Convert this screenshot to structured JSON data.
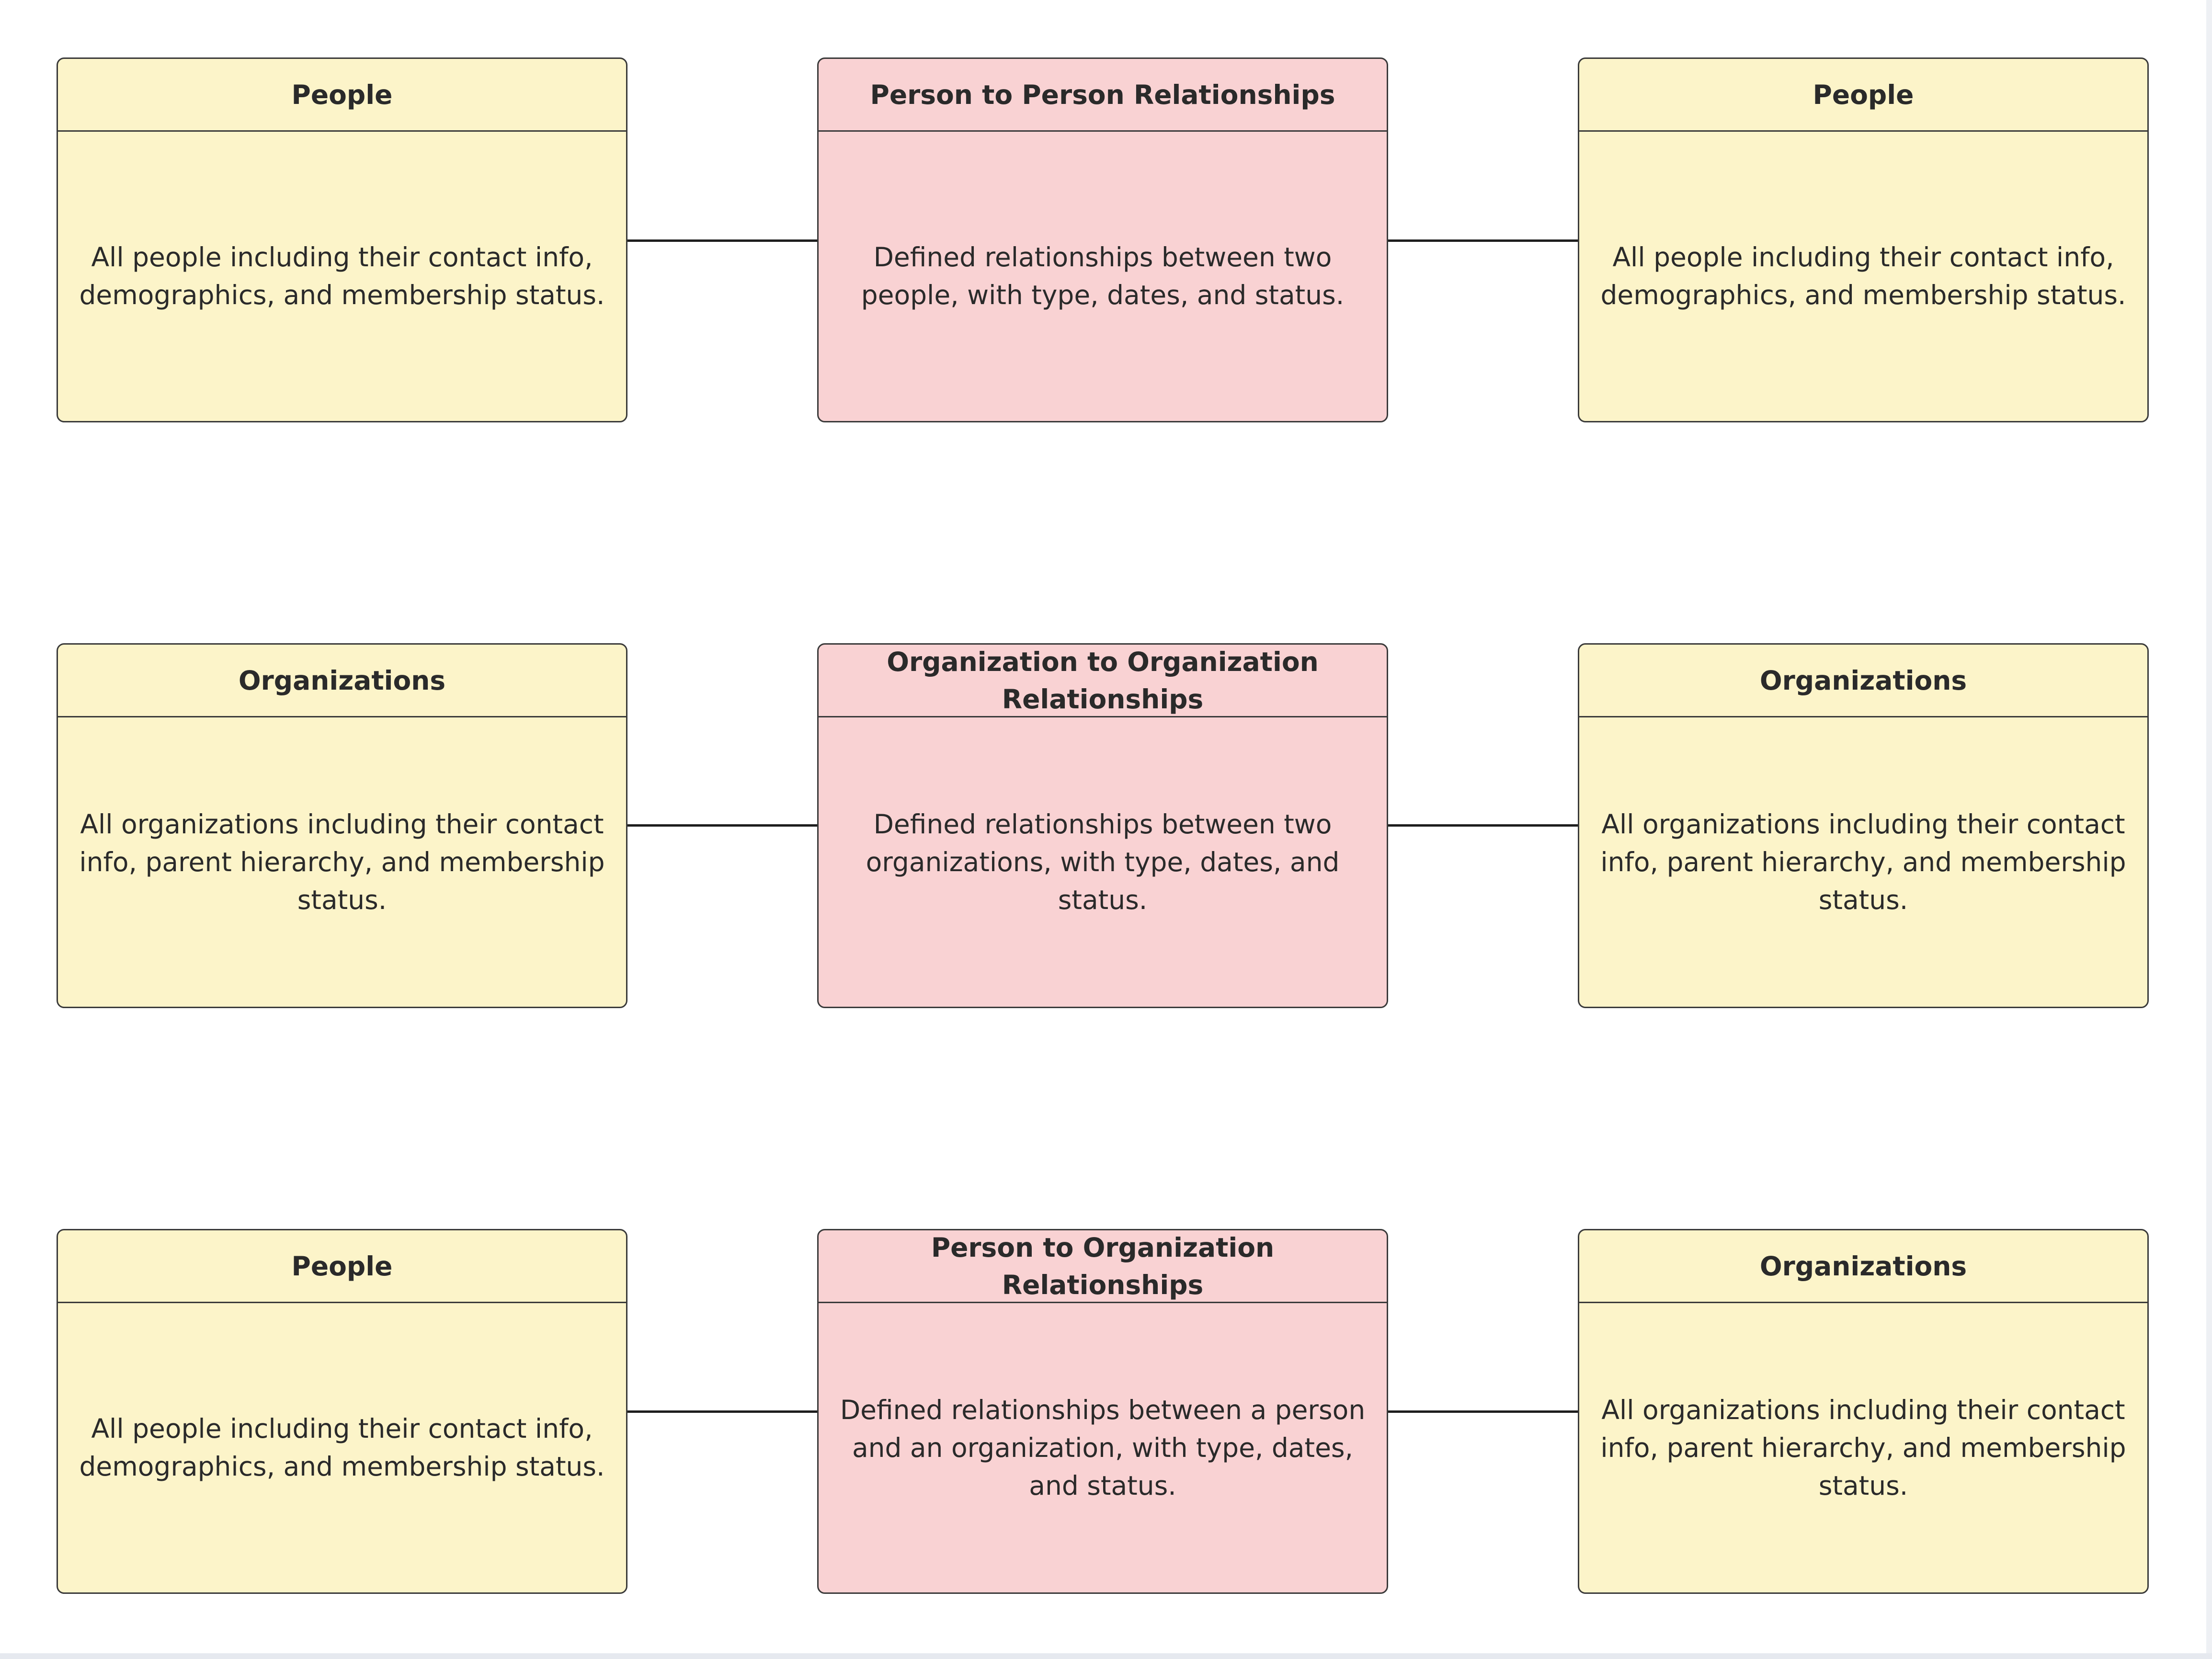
{
  "diagram": {
    "rows": [
      {
        "left": {
          "title": "People",
          "description": "All people including their contact info, demographics, and membership status."
        },
        "middle": {
          "title": "Person to Person Relationships",
          "description": "Defined relationships between two people, with type, dates, and status."
        },
        "right": {
          "title": "People",
          "description": "All people including their contact info, demographics, and membership status."
        }
      },
      {
        "left": {
          "title": "Organizations",
          "description": "All organizations including their contact info, parent hierarchy, and membership status."
        },
        "middle": {
          "title": "Organization to Organization Relationships",
          "description": "Defined relationships between two organizations, with type, dates, and status."
        },
        "right": {
          "title": "Organizations",
          "description": "All organizations including their contact info, parent hierarchy, and membership status."
        }
      },
      {
        "left": {
          "title": "People",
          "description": "All people including their contact info, demographics, and membership status."
        },
        "middle": {
          "title": "Person to Organization Relationships",
          "description": "Defined relationships between a person and an organization, with type, dates, and status."
        },
        "right": {
          "title": "Organizations",
          "description": "All organizations including their contact info, parent hierarchy, and membership status."
        }
      }
    ]
  },
  "colors": {
    "entity_fill": "#fcf4c9",
    "relationship_fill": "#f9d2d3",
    "border": "#3a3a3a",
    "connector": "#1e1e1e"
  }
}
